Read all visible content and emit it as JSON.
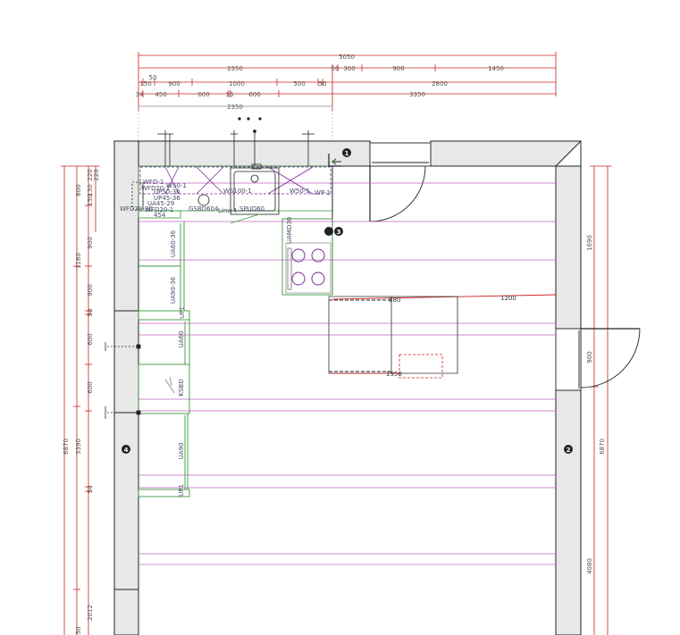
{
  "colors": {
    "wall_fill": "#e8e8e8",
    "wall_line": "#222222",
    "dim_red": "#cc2222",
    "cabinet_green": "#3a9a3a",
    "tile_magenta": "#c060c0",
    "purple": "#7a2a9a",
    "text_gray": "#555555"
  },
  "top_dimensions": {
    "row1": [
      "5050"
    ],
    "row2": [
      "2350",
      "50",
      "300",
      "900",
      "1450"
    ],
    "row3": [
      "50",
      "150",
      "900",
      "1000",
      "500",
      "50",
      "2800"
    ],
    "row4": [
      "34",
      "450",
      "600",
      "16",
      "600",
      "3350"
    ],
    "row5": [
      "2350"
    ]
  },
  "left_dimensions": {
    "outer": [
      "6870"
    ],
    "mid": [
      "1160",
      "3390",
      "2012"
    ],
    "inner": [
      "600",
      "900",
      "900",
      "50",
      "600",
      "600",
      "50",
      "50"
    ],
    "small": [
      "220",
      "130",
      "150",
      "220"
    ]
  },
  "right_dimensions": {
    "outer": [
      "6870"
    ],
    "inner": [
      "1690",
      "900",
      "4080"
    ]
  },
  "cabinet_labels": {
    "wfd_1": "WFD-1",
    "up_50_36": "UP50-36",
    "w50_1_top": "W50-1",
    "wfd_20_1": "WFD20-1",
    "up_45_36": "UP45-36",
    "wfd20_30": "WFD20-30",
    "ua45_29": "UA45-29",
    "wfd20_1b": "WFD20-1",
    "w100_1": "WS100-1",
    "w50_1": "W50-1",
    "wp1": "WP-1",
    "gsbd": "GSBD604",
    "linie": "Linie4",
    "spud": "SPUD60",
    "n454": "454",
    "ua60_36": "UA60-36",
    "ua90_36": "UA90-36",
    "up1_a": "UP1",
    "ua60": "UA60",
    "ksbd": "KSBD",
    "ua90": "UA90",
    "up1_b": "UP1",
    "ua30": "UAMD30"
  },
  "island": {
    "label_1200": "1200",
    "label_1950": "1950",
    "label_880": "880"
  },
  "markers": [
    "1",
    "3",
    "4",
    "2"
  ]
}
